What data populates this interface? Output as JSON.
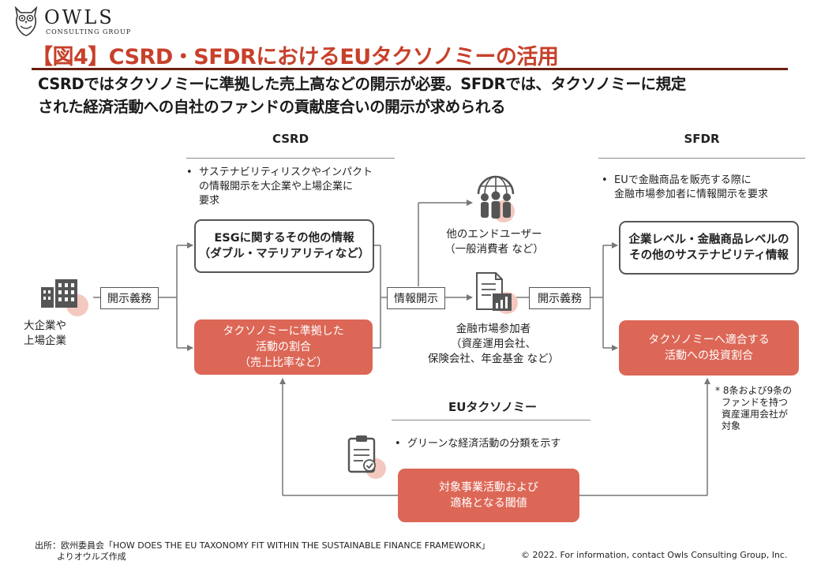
{
  "brand": {
    "name": "OWLS",
    "tagline": "CONSULTING GROUP"
  },
  "title": "【図4】CSRD・SFDRにおけるEUタクソノミーの活用",
  "subtitle": {
    "line1": "CSRDではタクソノミーに準拠した売上高などの開示が必要。SFDRでは、タクソノミーに規定",
    "line2": "された経済活動への自社のファンドの貢献度合いの開示が求められる"
  },
  "csrd": {
    "heading": "CSRD",
    "bullet": [
      "サステナビリティリスクやインパクト",
      "の情報開示を大企業や上場企業に",
      "要求"
    ],
    "box_other": [
      "ESGに関するその他の情報",
      "（ダブル・マテリアリティなど）"
    ],
    "box_taxonomy": [
      "タクソノミーに準拠した",
      "活動の割合",
      "（売上比率など）"
    ]
  },
  "sfdr": {
    "heading": "SFDR",
    "bullet": [
      "EUで金融商品を販売する際に",
      "金融市場参加者に情報開示を要求"
    ],
    "box_other": [
      "企業レベル・金融商品レベルの",
      "その他のサステナビリティ情報"
    ],
    "box_taxonomy": [
      "タクソノミーへ適合する",
      "活動への投資割合"
    ],
    "footnote": [
      "* 8条および9条の",
      "ファンドを持つ",
      "資産運用会社が",
      "対象"
    ]
  },
  "company": {
    "label": [
      "大企業や",
      "上場企業"
    ],
    "action": "開示義務"
  },
  "disclosure_label": "情報開示",
  "end_users": {
    "label": [
      "他のエンドユーザー",
      "（一般消費者 など）"
    ]
  },
  "financial": {
    "label": [
      "金融市場参加者",
      "（資産運用会社、",
      "保険会社、年金基金 など）"
    ],
    "action": "開示義務"
  },
  "eu_taxonomy": {
    "heading": "EUタクソノミー",
    "bullet": "グリーンな経済活動の分類を示す",
    "box": [
      "対象事業活動および",
      "適格となる閾値"
    ]
  },
  "source": {
    "line1": "出所：欧州委員会「HOW DOES THE EU TAXONOMY  FIT WITHIN THE SUSTAINABLE FINANCE FRAMEWORK」",
    "line2": "よりオウルズ作成"
  },
  "copyright": "© 2022. For information, contact Owls Consulting Group, Inc.",
  "colors": {
    "accent": "#c8402a",
    "box_fill": "#dc6757",
    "rule": "#6b1f12",
    "icon_circle": "#f3c9bf",
    "icon": "#555555"
  },
  "icons": [
    "owl-logo-icon",
    "building-icon",
    "people-globe-icon",
    "document-chart-icon",
    "clipboard-check-icon"
  ]
}
